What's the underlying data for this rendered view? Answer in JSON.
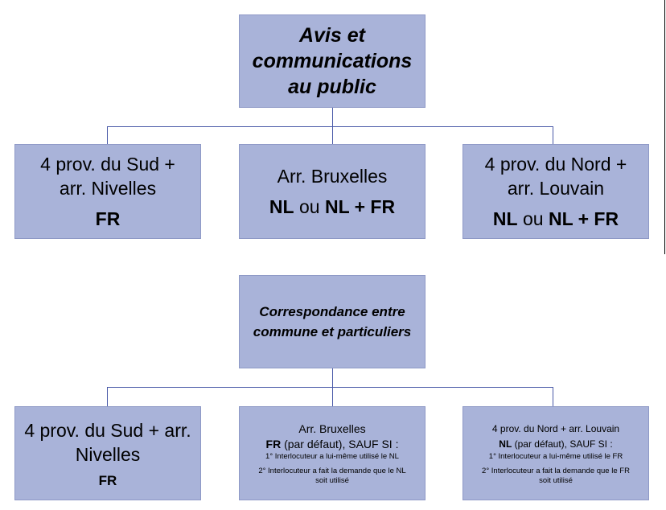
{
  "top": {
    "title_lines": [
      "Avis et",
      "communications",
      "au public"
    ],
    "left": {
      "lines": [
        "4 prov. du Sud +",
        "arr. Nivelles"
      ],
      "lang": "FR"
    },
    "center": {
      "line": "Arr. Bruxelles",
      "lang_a": "NL",
      "connector": " ou ",
      "lang_b": "NL + FR"
    },
    "right": {
      "lines": [
        "4 prov. du Nord +",
        "arr. Louvain"
      ],
      "lang_a": "NL",
      "connector": " ou ",
      "lang_b": "NL + FR"
    }
  },
  "bottom": {
    "title_lines": [
      "Correspondance entre",
      "commune et particuliers"
    ],
    "left": {
      "lines": [
        "4 prov. du Sud + arr.",
        "Nivelles"
      ],
      "lang": "FR"
    },
    "center": {
      "line": "Arr. Bruxelles",
      "lang": "FR",
      "rule": " (par défaut), SAUF SI :",
      "cond1": "1° Interlocuteur a lui-même utilisé le NL",
      "cond2_lines": [
        "2° Interlocuteur a fait la demande que le NL",
        "soit utilisé"
      ]
    },
    "right": {
      "line": "4 prov. du Nord + arr. Louvain",
      "lang": "NL",
      "rule": " (par défaut), SAUF SI :",
      "cond1": "1° Interlocuteur a lui-même utilisé le FR",
      "cond2_lines": [
        "2° Interlocuteur a fait la demande que le FR",
        "soit utilisé"
      ]
    }
  }
}
